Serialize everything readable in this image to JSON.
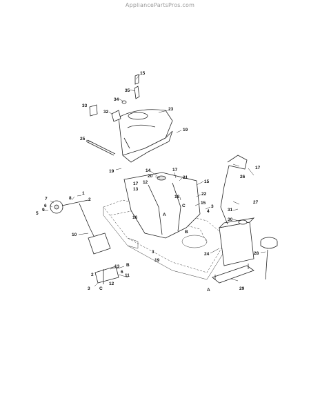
{
  "watermark": "AppliancePartsPros.com",
  "callouts": {
    "c1": "1",
    "c2": "2",
    "c3": "3",
    "c4": "4",
    "c5": "5",
    "c6": "6",
    "c7": "7",
    "c8": "8",
    "c9": "9",
    "c10": "10",
    "c11": "11",
    "c12": "12",
    "c13": "13",
    "c14": "14",
    "c15": "15",
    "c16": "16",
    "c17": "17",
    "c18": "18",
    "c19": "19",
    "c20": "20",
    "c21": "21",
    "c22": "22",
    "c23": "23",
    "c24": "24",
    "c25": "25",
    "c26": "26",
    "c27": "27",
    "c28": "28",
    "c29": "29",
    "c30": "30",
    "c31": "31",
    "c32": "32",
    "c33": "33",
    "c34": "34",
    "c35": "35",
    "ref_a": "A",
    "ref_b": "B",
    "ref_c": "C"
  }
}
